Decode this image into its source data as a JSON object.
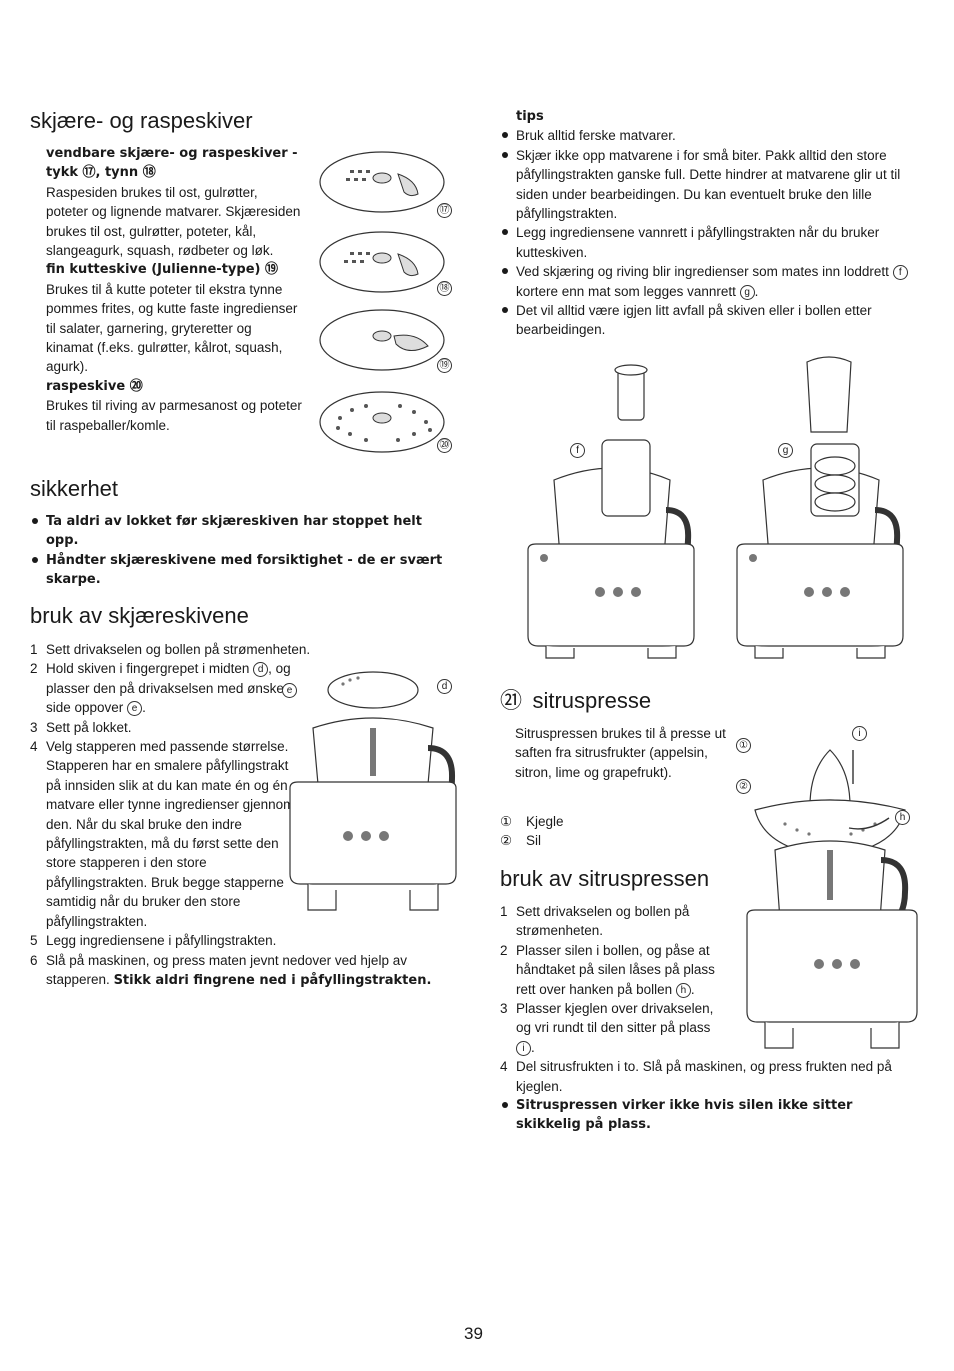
{
  "left": {
    "slicing": {
      "title": "skjære- og raspeskiver",
      "reversible_heading": "vendbare skjære- og raspeskiver - tykk ⑰, tynn ⑱",
      "reversible_text": "Raspesiden brukes til ost, gulrøtter, poteter og lignende matvarer. Skjæresiden brukes til ost, gulrøtter, poteter, kål, slangeagurk, squash, rødbeter og løk.",
      "julienne_heading": "fin kutteskive (Julienne-type) ⑲",
      "julienne_text": "Brukes til å kutte poteter til ekstra tynne pommes frites, og kutte faste ingredienser til salater, garnering, gryteretter og kinamat (f.eks. gulrøtter, kålrot, squash, agurk).",
      "grating_heading": "raspeskive ⑳",
      "grating_text": "Brukes til riving av parmesanost og poteter til raspeballer/komle.",
      "disc_labels": [
        "⑰",
        "⑱",
        "⑲",
        "⑳"
      ]
    },
    "safety": {
      "title": "sikkerhet",
      "items": [
        "Ta aldri av lokket før skjæreskiven har stoppet helt opp.",
        "Håndter skjæreskivene med forsiktighet - de er svært skarpe."
      ]
    },
    "use": {
      "title": "bruk av skjæreskivene",
      "n1": "1",
      "s1": "Sett drivakselen og bollen på strømenheten.",
      "n2": "2",
      "s2a": "Hold skiven i fingergrepet i midten",
      "s2b": ", og plasser den på drivakselsen med ønsket side oppover",
      "s2c": ".",
      "n3": "3",
      "s3": "Sett på lokket.",
      "n4": "4",
      "s4": "Velg stapperen med passende størrelse. Stapperen har en smalere påfyllingstrakt på innsiden slik at du kan mate én og én matvare eller tynne ingredienser gjennom den. Når du skal bruke den indre påfyllingstrakten, må du først sette den store stapperen i den store påfyllingstrakten. Bruk begge stapperne samtidig når du bruker den store påfyllingstrakten.",
      "n5": "5",
      "s5": "Legg ingrediensene i påfyllingstrakten.",
      "n6": "6",
      "s6": "Slå på maskinen, og press maten jevnt nedover ved hjelp av stapperen.",
      "s6b": "Stikk aldri fingrene ned i påfyllingstrakten.",
      "label_d": "d",
      "label_e": "e"
    }
  },
  "right": {
    "tips": {
      "heading": "tips",
      "t1": "Bruk alltid ferske matvarer.",
      "t2": "Skjær ikke opp matvarene i for små biter. Pakk alltid den store påfyllingstrakten ganske full. Dette hindrer at matvarene glir ut til siden under bearbeidingen. Du kan eventuelt bruke den lille påfyllingstrakten.",
      "t3": "Legg ingrediensene vannrett i påfyllingstrakten når du bruker kutteskiven.",
      "t4a": "Ved skjæring og riving blir ingredienser som mates inn loddrett",
      "t4b": "kortere enn mat som legges vannrett",
      "t4c": ".",
      "t5": "Det vil alltid være igjen litt avfall på skiven eller i bollen etter bearbeidingen.",
      "label_f": "f",
      "label_g": "g"
    },
    "citrus": {
      "number": "㉑",
      "title": "sitruspresse",
      "intro": "Sitruspressen brukes til å presse ut saften fra sitrusfrukter (appelsin, sitron, lime og grapefrukt).",
      "p1n": "①",
      "p1": "Kjegle",
      "p2n": "②",
      "p2": "Sil",
      "label_i": "i",
      "label_h": "h",
      "label_1": "①",
      "label_2": "②"
    },
    "citrus_use": {
      "title": "bruk av sitruspressen",
      "n1": "1",
      "s1": "Sett drivakselen og bollen på strømenheten.",
      "n2": "2",
      "s2a": "Plasser silen i bollen, og påse at håndtaket på silen låses på plass rett over hanken på bollen",
      "s2b": ".",
      "n3": "3",
      "s3a": "Plasser kjeglen over drivakselen, og vri rundt til den sitter på plass",
      "s3b": ".",
      "n4": "4",
      "s4": "Del sitrusfrukten i to. Slå på maskinen, og press frukten ned på kjeglen.",
      "warning": "Sitruspressen virker ikke hvis silen ikke sitter skikkelig på plass."
    }
  },
  "page_number": "39"
}
